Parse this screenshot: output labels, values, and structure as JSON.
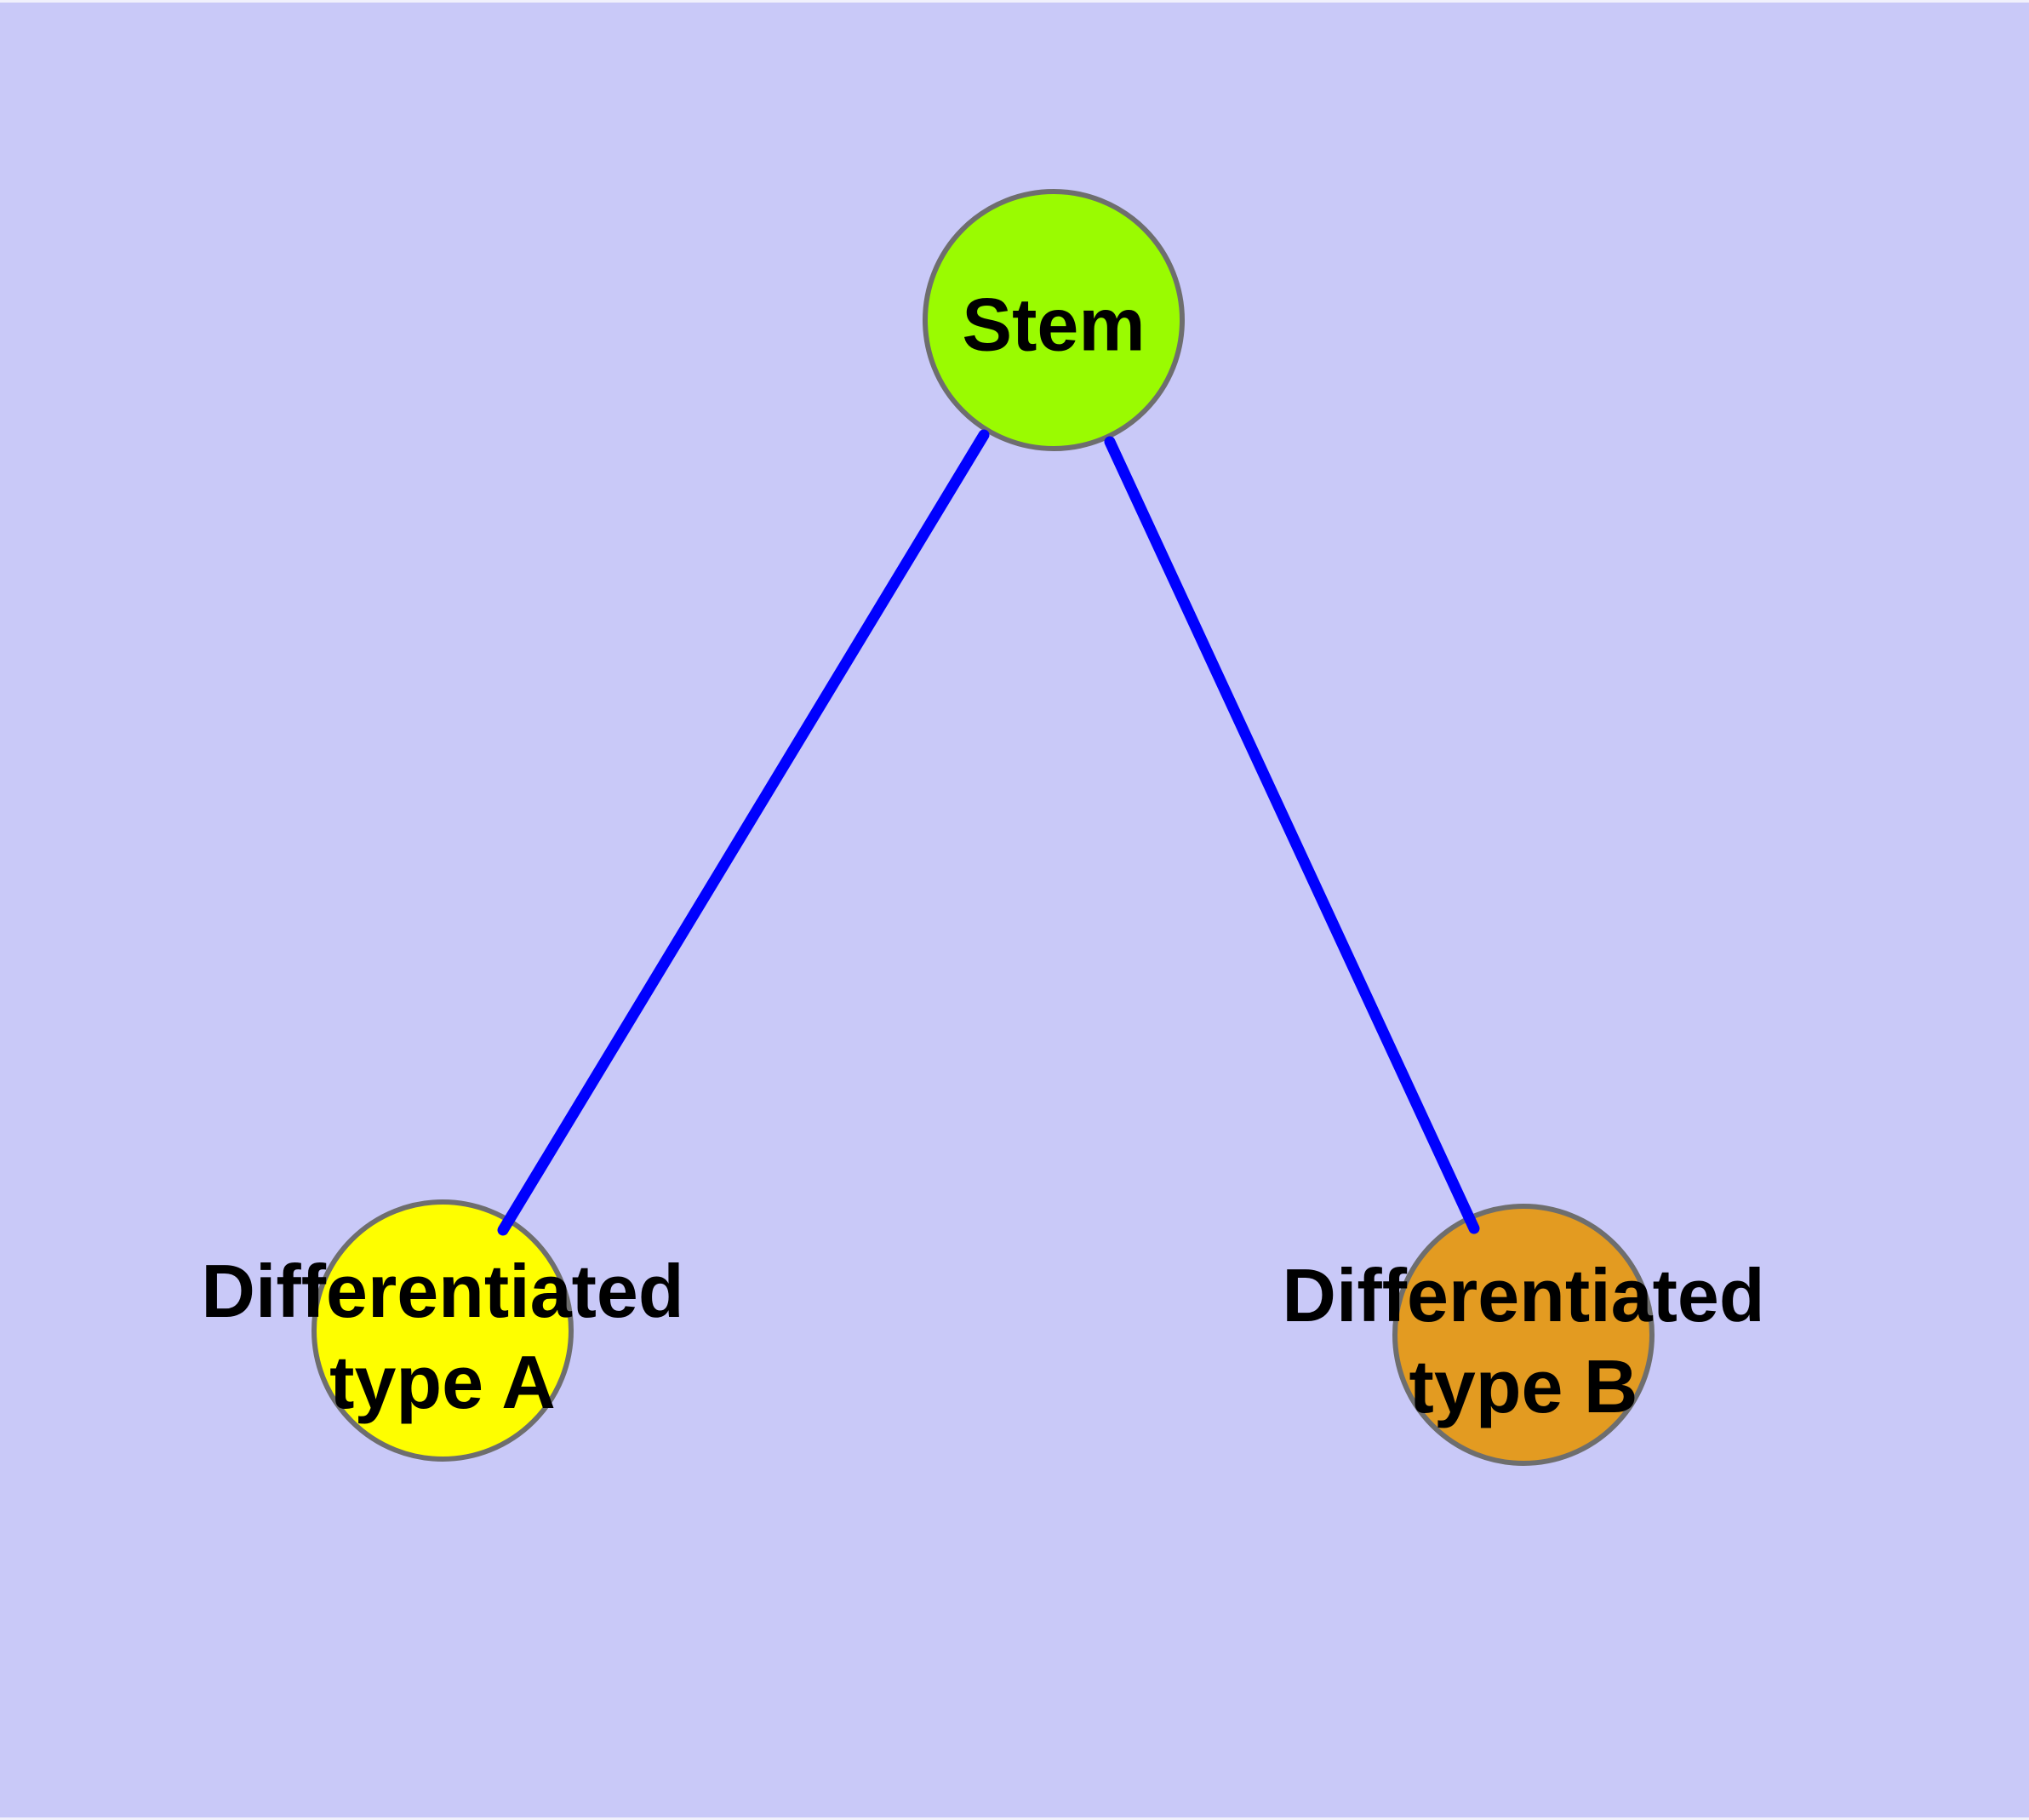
{
  "style": {
    "background": "#C9C9F8",
    "node_border": "#6E6E6E",
    "edge_color": "#0000FE",
    "label_color": "#000000"
  },
  "nodes": [
    {
      "id": "stem",
      "label": "Stem",
      "fill": "#9AFB01"
    },
    {
      "id": "differentiated-type-a",
      "label_line1": "Differentiated",
      "label_line2": "type A",
      "fill": "#FEFE00"
    },
    {
      "id": "differentiated-type-b",
      "label_line1": "Differentiated",
      "label_line2": "type B",
      "fill": "#E39B21"
    }
  ],
  "edges": [
    {
      "from": "stem",
      "to": "differentiated-type-a"
    },
    {
      "from": "stem",
      "to": "differentiated-type-b"
    }
  ]
}
